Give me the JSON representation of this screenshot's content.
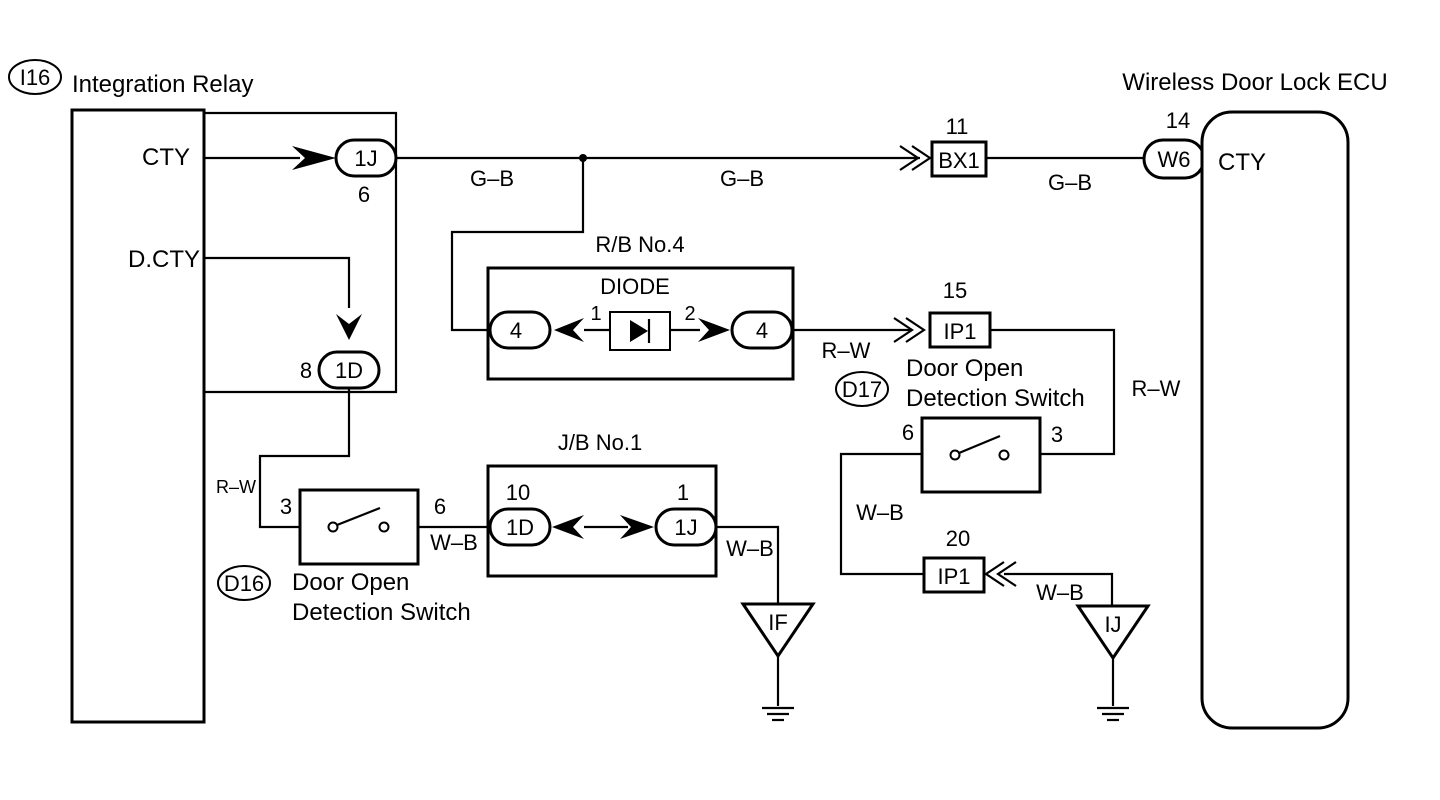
{
  "components": {
    "integration_relay": {
      "code": "I16",
      "name": "Integration Relay",
      "pin_cty": "CTY",
      "pin_dcty": "D.CTY"
    },
    "wireless_ecu": {
      "name": "Wireless Door Lock ECU",
      "pin": "CTY"
    },
    "rb_no4": {
      "name": "R/B No.4",
      "part": "DIODE"
    },
    "jb_no1": {
      "name": "J/B No.1"
    },
    "d16": {
      "code": "D16",
      "name_line1": "Door Open",
      "name_line2": "Detection Switch"
    },
    "d17": {
      "code": "D17",
      "name_line1": "Door Open",
      "name_line2": "Detection Switch"
    }
  },
  "connectors": {
    "c_1j_top": {
      "label": "1J",
      "pin": "6"
    },
    "c_1d_relay": {
      "label": "1D",
      "pin": "8"
    },
    "bx1": {
      "label": "BX1",
      "pin": "11"
    },
    "w6": {
      "label": "W6",
      "pin": "14"
    },
    "rb_left": {
      "label": "4"
    },
    "rb_right": {
      "label": "4"
    },
    "diode_pin1": "1",
    "diode_pin2": "2",
    "ip1_top": {
      "label": "IP1",
      "pin": "15"
    },
    "ip1_bottom": {
      "label": "IP1",
      "pin": "20"
    },
    "jb_1d": {
      "label": "1D",
      "pin": "10"
    },
    "jb_1j": {
      "label": "1J",
      "pin": "1"
    },
    "d16_pin_left": "3",
    "d16_pin_right": "6",
    "d17_pin_left": "6",
    "d17_pin_right": "3"
  },
  "wires": {
    "gb_1": "G–B",
    "gb_2": "G–B",
    "gb_3": "G–B",
    "rw_1": "R–W",
    "rw_2": "R–W",
    "rw_3": "R–W",
    "wb_1": "W–B",
    "wb_2": "W–B",
    "wb_3": "W–B",
    "wb_4": "W–B"
  },
  "grounds": {
    "if": "IF",
    "ij": "IJ"
  }
}
